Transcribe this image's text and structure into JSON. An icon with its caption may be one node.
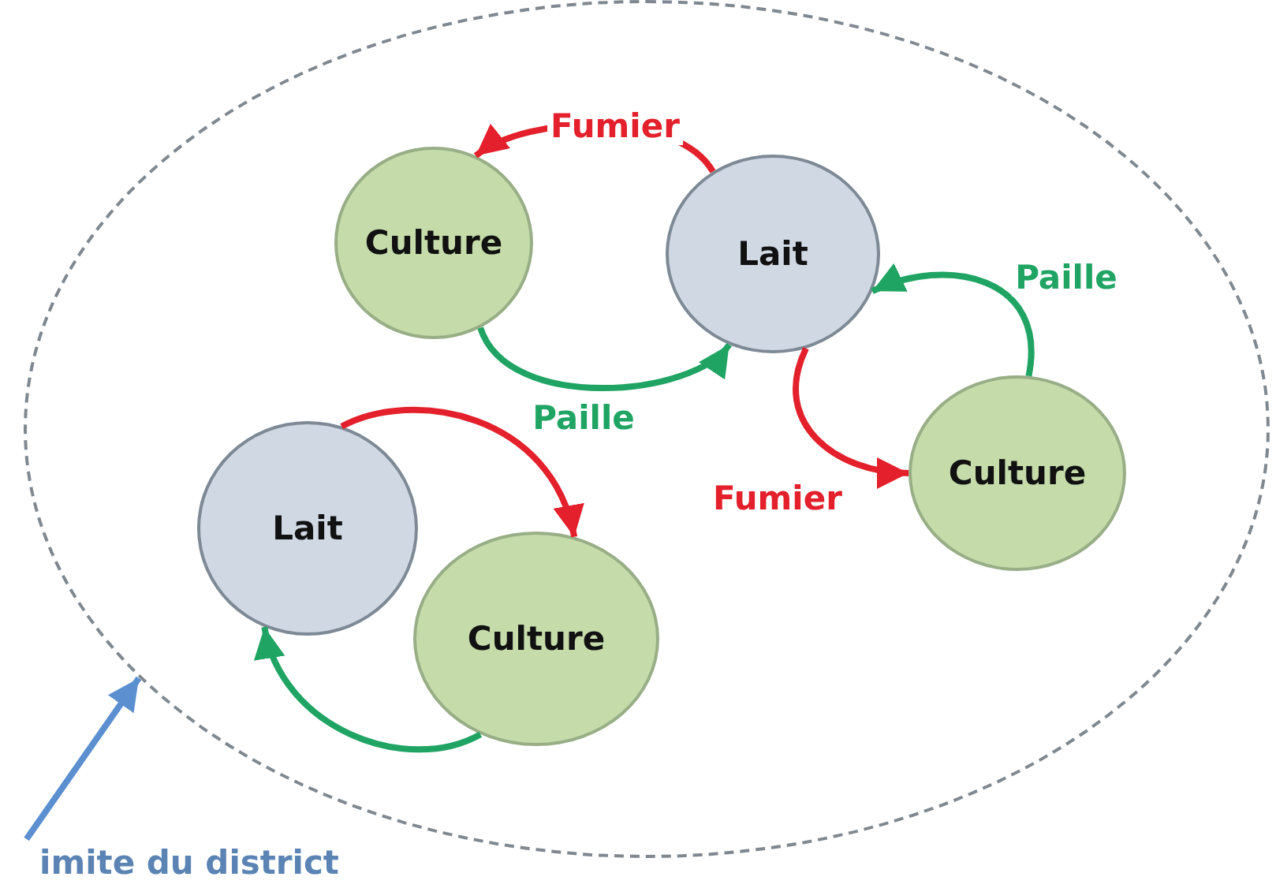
{
  "diagram": {
    "nodes": [
      {
        "text": [],
        "shape": "ellipse"
      },
      {
        "text": [
          "Culture"
        ],
        "in": 0
      },
      {
        "text": [
          "Lait"
        ],
        "in": 0
      },
      {
        "text": [
          "Culture"
        ],
        "in": 0
      },
      {
        "text": [
          "Lait"
        ],
        "in": 0
      },
      {
        "text": [
          "Culture"
        ],
        "in": 0
      },
      {
        "text": [
          "imite du district"
        ]
      }
    ],
    "edges": [
      {
        "from": 2,
        "to": 1,
        "arrow": "to",
        "label": "Fumier",
        "color": "#e3202b"
      },
      {
        "from": 1,
        "to": 2,
        "arrow": "to",
        "label": "Paille",
        "color": "#1fa463"
      },
      {
        "from": 2,
        "to": 3,
        "arrow": "to",
        "label": "Fumier",
        "color": "#e3202b"
      },
      {
        "from": 3,
        "to": 2,
        "arrow": "to",
        "label": "Paille",
        "color": "#1fa463"
      },
      {
        "from": 4,
        "to": 5,
        "arrow": "to",
        "color": "#e3202b"
      },
      {
        "from": 5,
        "to": 4,
        "arrow": "to",
        "color": "#1fa463"
      },
      {
        "from": 6,
        "to": null,
        "arrow": "to",
        "color": "#5b8fd0"
      }
    ]
  }
}
